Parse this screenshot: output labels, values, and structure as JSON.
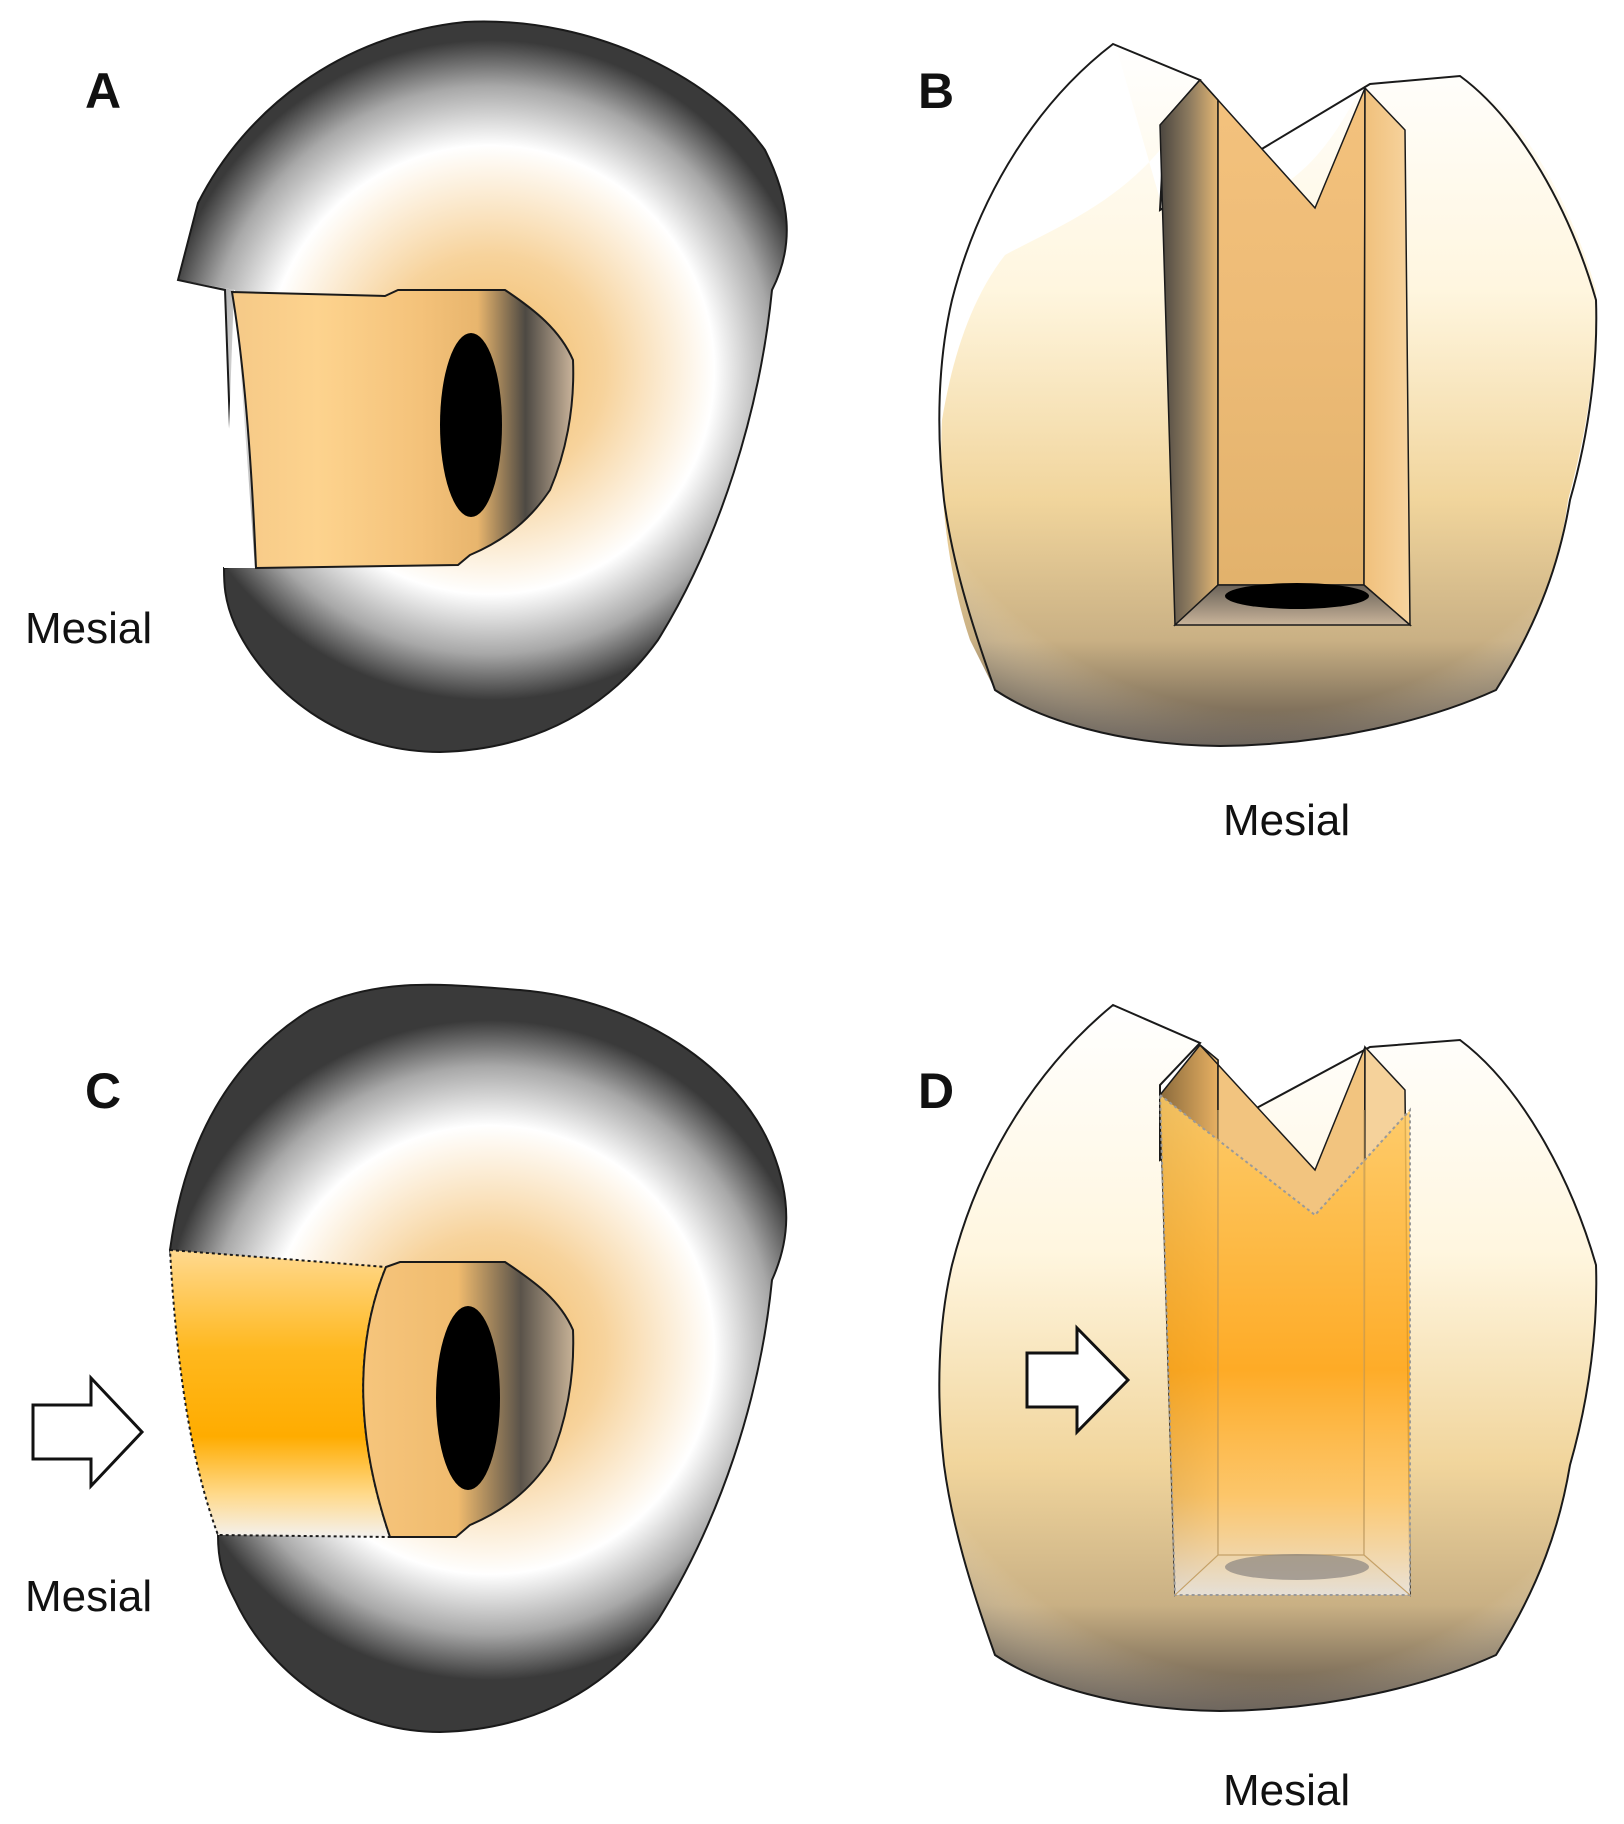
{
  "panels": [
    {
      "letter": "A",
      "mesial": "Mesial"
    },
    {
      "letter": "B",
      "mesial": "Mesial"
    },
    {
      "letter": "C",
      "mesial": "Mesial"
    },
    {
      "letter": "D",
      "mesial": "Mesial"
    }
  ],
  "colors": {
    "outline": "#1a1a1a",
    "enamel_dark": "#3a3a3a",
    "enamel_light": "#ffffff",
    "dentin": "#f3c57a",
    "restoration": "#ffb400",
    "crown_cream": "#fff8e6",
    "crown_tan": "#e6c07d",
    "pulp": "#000000"
  }
}
